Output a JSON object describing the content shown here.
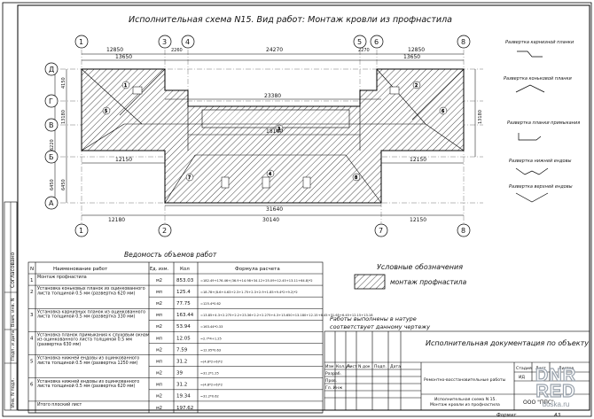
{
  "title": "Исполнительная схема N15.  Вид работ:  Монтаж кровли из профнастила",
  "axes": {
    "columns": [
      "1",
      "3",
      "4",
      "5",
      "6",
      "7",
      "8"
    ],
    "rows": [
      "Д",
      "Г",
      "В",
      "Б",
      "А"
    ]
  },
  "dimensions": {
    "top": [
      "12850",
      "2260",
      "24270",
      "2270",
      "12850"
    ],
    "top2": [
      "13650",
      "13650"
    ],
    "middle": [
      "23380"
    ],
    "inner": [
      "18160"
    ],
    "lower_left": [
      "12150"
    ],
    "lower_right": [
      "12150"
    ],
    "bottom1": [
      "31640"
    ],
    "bottom2": [
      "12180",
      "30140",
      "12150"
    ],
    "left": [
      "4150",
      "13180",
      "6220",
      "6450",
      "6450"
    ],
    "right": [
      "13180"
    ]
  },
  "roof_labels": {
    "sections": [
      "1",
      "2",
      "3",
      "4",
      "5",
      "6",
      "7",
      "8"
    ],
    "node_label": "3"
  },
  "details": [
    {
      "caption": "Развертка карнизной планки"
    },
    {
      "caption": "Развертка коньковой планки"
    },
    {
      "caption": "Развертка планки примыкания"
    },
    {
      "caption": "Развертка нижней ендовы"
    },
    {
      "caption": "Развертка верхней ендовы"
    }
  ],
  "volumes": {
    "title": "Ведомость объемов работ",
    "headers": [
      "N",
      "Наименование работ",
      "Ед. изм.",
      "Кол",
      "Формула расчета"
    ],
    "rows": [
      {
        "n": "1",
        "name": "Монтаж профнастила",
        "unit": "м2",
        "qty": "853.03",
        "formula": "=182.49+176.46+(36.9+14.98+34.12+25.09+12.45+13.11+64.8)*2"
      },
      {
        "n": "2",
        "name": "Установка коньковых планок из оцинкованного листа толщиной 0.5 мм (развертка 620 мм)",
        "unit": "мп",
        "qty": "125.4",
        "formula": "=18.78+(8.6+4.63+2.3+1.75+2.3+2.9+1.85+9.4*2+9.2)*2"
      },
      {
        "n": "",
        "name": "",
        "unit": "м2",
        "qty": "77.75",
        "formula": "=125.4*0.62"
      },
      {
        "n": "3",
        "name": "Установка карнизных планок из оцинкованного листа толщиной 0.5 мм (развертка 330 мм)",
        "unit": "мп",
        "qty": "163.44",
        "formula": "=13.85+4.3+2.275+2.2+23.36+2.2+2.275+4.3+13.650+13.180+12.15+6.45+31.65+6.45+12.15+13.18"
      },
      {
        "n": "",
        "name": "",
        "unit": "м2",
        "qty": "53.94",
        "formula": "=163.44*0.33"
      },
      {
        "n": "4",
        "name": "Установка планок примыкания к слуховым окнам из оцинкованного листа толщиной 0.5 мм (развертка 630 мм)",
        "unit": "мп",
        "qty": "12.05",
        "formula": "=2.7*4+1.25"
      },
      {
        "n": "",
        "name": "",
        "unit": "м2",
        "qty": "7.59",
        "formula": "=12.05*0.63"
      },
      {
        "n": "5",
        "name": "Установка нижней ендовы из оцинкованного листа толщиной 0.5 мм (развертка 1250 мм)",
        "unit": "мп",
        "qty": "31.2",
        "formula": "=(4.8*2+6)*2"
      },
      {
        "n": "",
        "name": "",
        "unit": "м2",
        "qty": "39",
        "formula": "=31.2*1.25"
      },
      {
        "n": "6",
        "name": "Установка нижней ендовы из оцинкованного листа толщиной 0.5 мм (развертка 620 мм)",
        "unit": "мп",
        "qty": "31.2",
        "formula": "=(4.8*2+6)*2"
      },
      {
        "n": "",
        "name": "",
        "unit": "м2",
        "qty": "19.34",
        "formula": "=31.2*0.62"
      },
      {
        "n": "",
        "name": "Итого плоский лист",
        "unit": "м2",
        "qty": "197.62",
        "formula": ""
      }
    ]
  },
  "legend": {
    "title": "Условные обозначения",
    "items": [
      {
        "label": "монтаж профнастила"
      }
    ]
  },
  "note": [
    "Работы выполнены в натуре",
    "соответствует данному чертежу"
  ],
  "title_block": {
    "header": "Исполнительная документация по объекту",
    "cols": [
      "Изм",
      "Кол.уч",
      "Лист",
      "N док",
      "Подп.",
      "Дата"
    ],
    "roles": [
      "Разраб.",
      "Пров.",
      "Гл. Инж"
    ],
    "stage_headers": [
      "Стадия",
      "Лист",
      "Листов"
    ],
    "stage_value": "ИД",
    "work_desc": "Ремонтно-восстановительные работы",
    "sheet_desc": [
      "Исполнительная схема N 15.",
      "Монтаж кровли из профнастила"
    ],
    "org": "ООО \"ППС\"",
    "format_label": "Формат",
    "format_value": "А3"
  },
  "side_stamps": [
    "Согласовано",
    "Инв. N подл.",
    "Подп. и дата",
    "Взам. инв. N"
  ],
  "watermark": {
    "big": "DNR RED",
    "small": "doska.ru"
  }
}
